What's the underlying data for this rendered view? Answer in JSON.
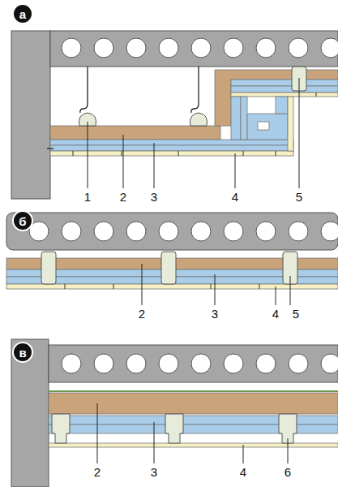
{
  "diagram": {
    "nodes": [
      {
        "text": [
          "а"
        ]
      },
      {
        "text": [
          "б"
        ]
      },
      {
        "text": [
          "в"
        ]
      }
    ],
    "labels": [
      "1",
      "2",
      "3",
      "4",
      "5",
      "2",
      "3",
      "4",
      "5",
      "2",
      "3",
      "4",
      "6"
    ]
  }
}
